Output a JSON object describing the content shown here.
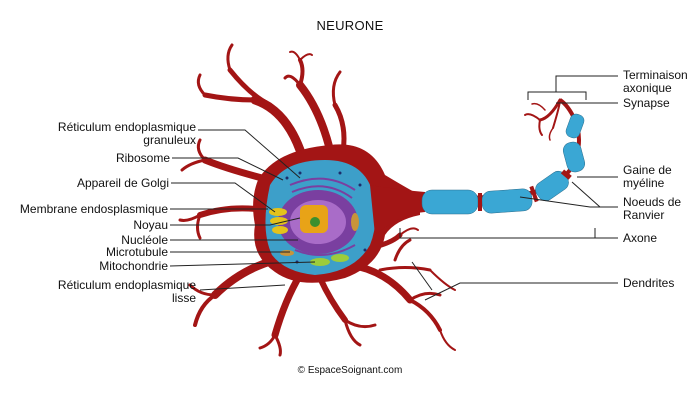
{
  "title": "NEURONE",
  "labels_left": [
    {
      "line1": "Réticulum endoplasmique",
      "line2": "granuleux"
    },
    {
      "line1": "Ribosome"
    },
    {
      "line1": "Appareil de Golgi"
    },
    {
      "line1": "Membrane endosplasmique"
    },
    {
      "line1": "Noyau"
    },
    {
      "line1": "Nucléole"
    },
    {
      "line1": "Microtubule"
    },
    {
      "line1": "Mitochondrie"
    },
    {
      "line1": "Réticulum endoplasmique",
      "line2": "lisse"
    }
  ],
  "labels_right": [
    {
      "line1": "Terminaison",
      "line2": "axonique"
    },
    {
      "line1": "Synapse"
    },
    {
      "line1": "Gaine de",
      "line2": "myéline"
    },
    {
      "line1": "Noeuds de",
      "line2": "Ranvier"
    },
    {
      "line1": "Axone"
    },
    {
      "line1": "Dendrites"
    }
  ],
  "credit": "© EspaceSoignant.com",
  "colors": {
    "neuron": "#a31515",
    "cytoplasm": "#3d9fc9",
    "nucleus": "#7a3fa0",
    "nucleolus": "#e8a317",
    "myelin": "#3aa7d4",
    "golgi": "#e4c21b",
    "mitochondria": "#9ccc3c"
  }
}
